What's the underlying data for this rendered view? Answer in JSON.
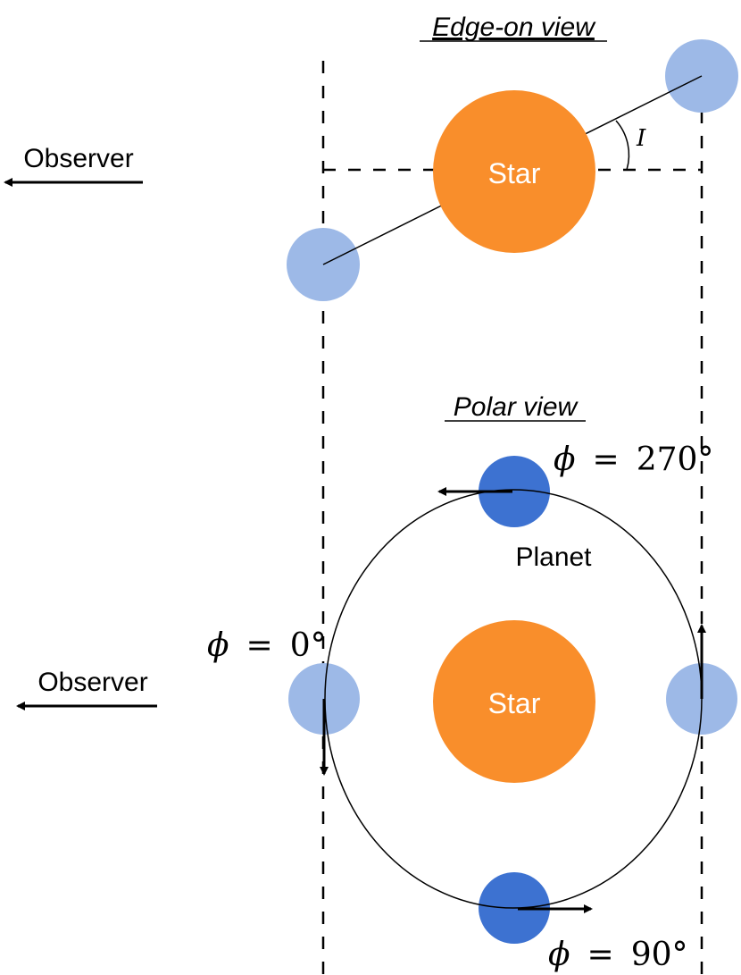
{
  "colors": {
    "star": "#F98E2B",
    "planet_light": "#9DB9E7",
    "planet_dark": "#3D72D1",
    "line": "#000000",
    "background": "#FFFFFF"
  },
  "edge_on": {
    "title": "Edge-on view",
    "star_label": "Star",
    "observer_label": "Observer",
    "angle_symbol": "I"
  },
  "polar": {
    "title": "Polar view",
    "star_label": "Star",
    "planet_label": "Planet",
    "observer_label": "Observer",
    "phase_symbol": "ϕ",
    "phase_0": "0°",
    "phase_90": "90°",
    "phase_270": "270°",
    "equals": "="
  },
  "icons": {
    "observer_arrow": "left-arrow-icon",
    "motion_arrow": "motion-arrow-icon"
  }
}
